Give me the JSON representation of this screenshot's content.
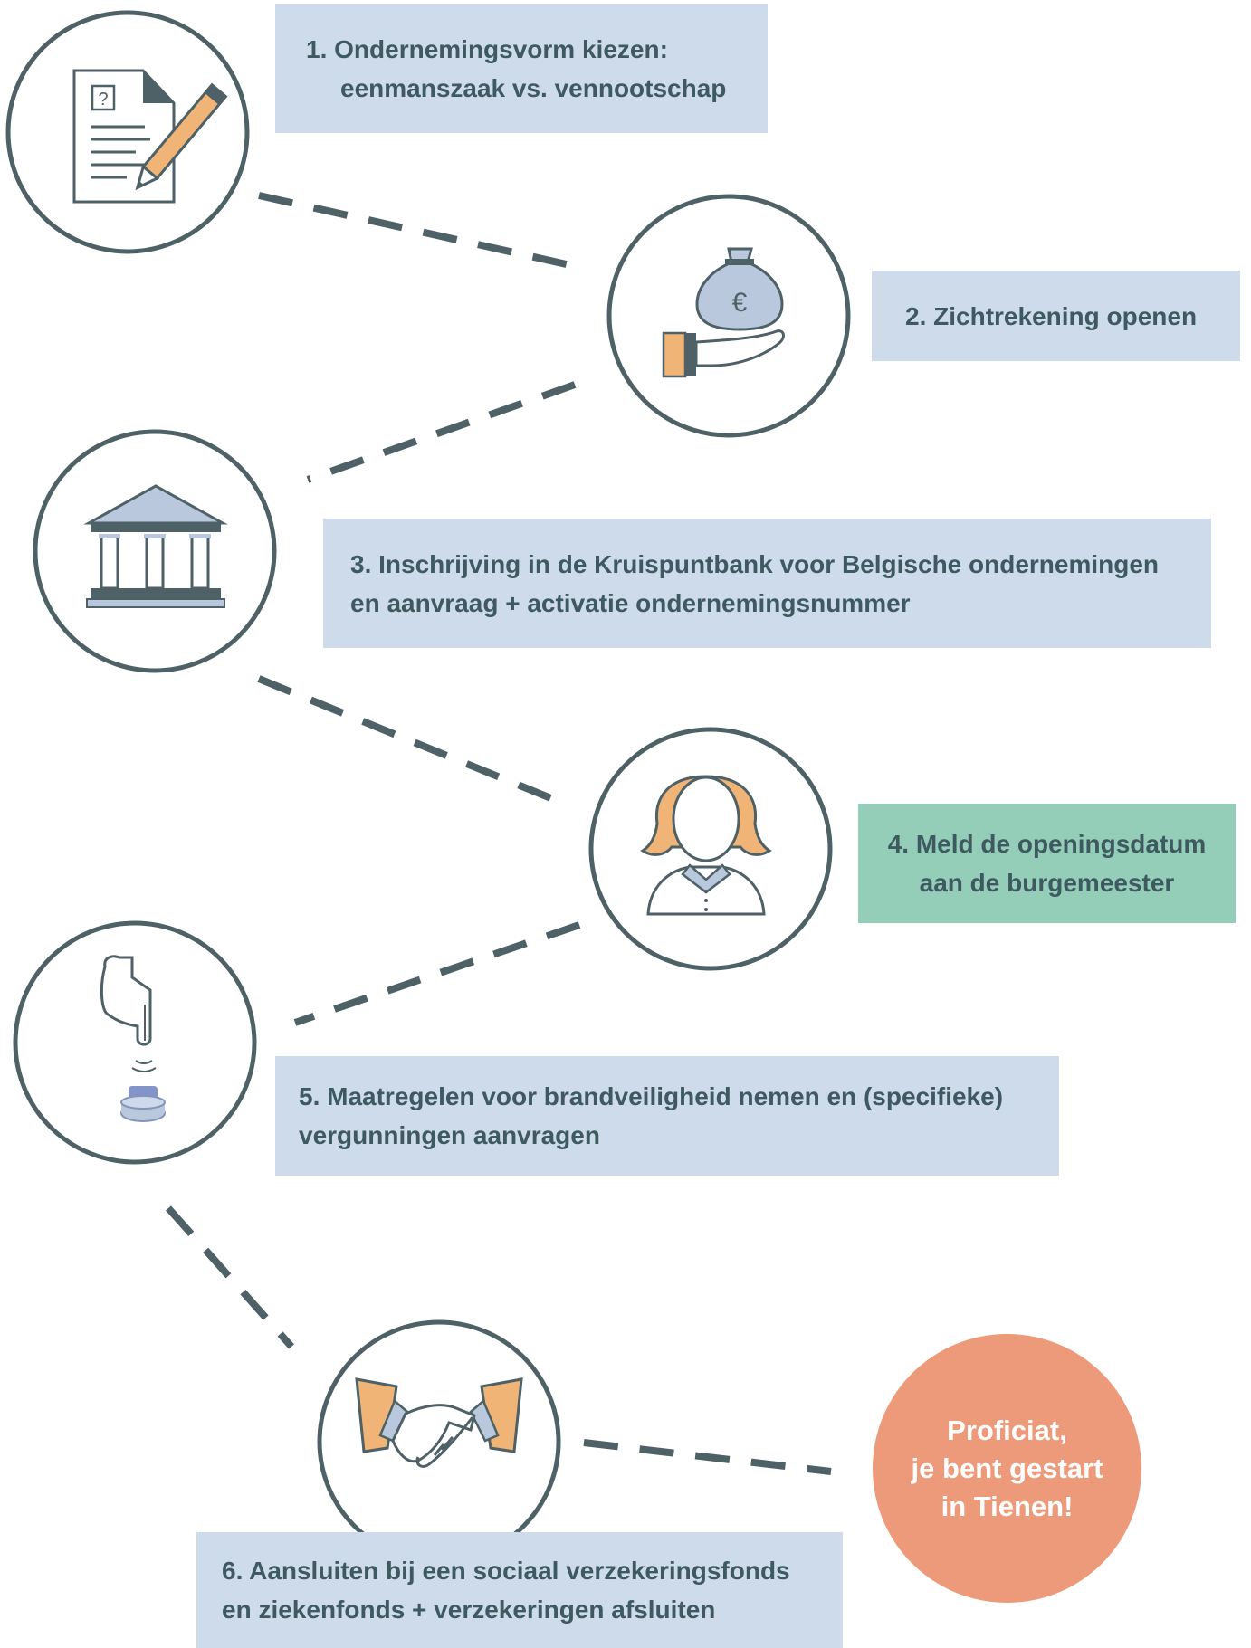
{
  "colors": {
    "outline": "#4d6166",
    "box_blue": "#cddbea",
    "box_green": "#94cdb8",
    "finale": "#ec9a79",
    "icon_orange": "#f0b477",
    "icon_blue": "#b9c8dc"
  },
  "steps": [
    {
      "icon": "document-pencil-icon",
      "lines": [
        "1. Ondernemingsvorm kiezen:",
        "eenmanszaak vs. vennootschap"
      ]
    },
    {
      "icon": "money-bag-hand-icon",
      "currency_symbol": "€",
      "lines": [
        "2. Zichtrekening openen"
      ]
    },
    {
      "icon": "bank-building-icon",
      "lines": [
        "3. Inschrijving in de Kruispuntbank voor Belgische ondernemingen",
        "en aanvraag + activatie ondernemingsnummer"
      ]
    },
    {
      "icon": "mayor-person-icon",
      "highlight": true,
      "lines": [
        "4. Meld de openingsdatum",
        "aan de burgemeester"
      ]
    },
    {
      "icon": "finger-press-button-icon",
      "lines": [
        "5. Maatregelen voor brandveiligheid nemen en (specifieke)",
        "vergunningen aanvragen"
      ]
    },
    {
      "icon": "handshake-icon",
      "lines": [
        "6. Aansluiten bij een sociaal verzekeringsfonds",
        "en ziekenfonds + verzekeringen afsluiten"
      ]
    }
  ],
  "finale": {
    "lines": [
      "Proficiat,",
      "je bent gestart",
      "in Tienen!"
    ]
  }
}
